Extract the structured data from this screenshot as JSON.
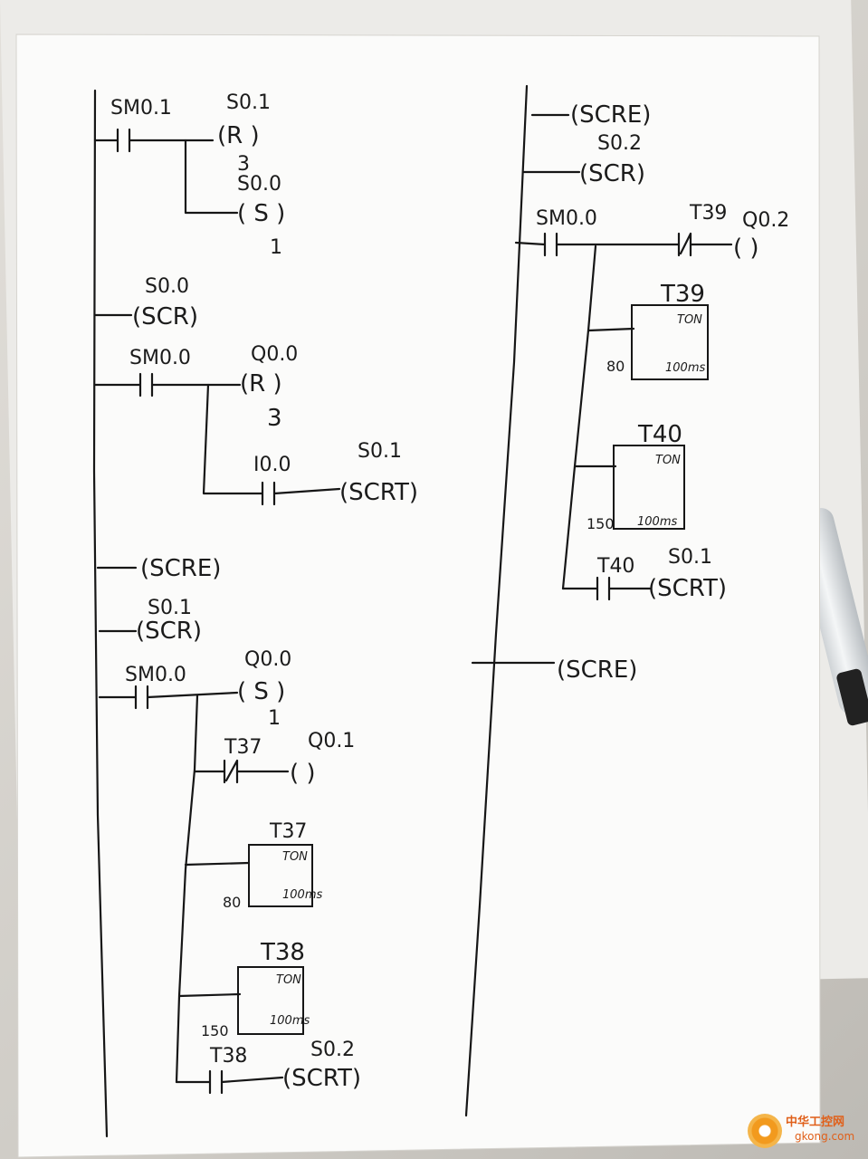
{
  "left_column": {
    "rung1": {
      "contact": "SM0.1",
      "coil1_addr": "S0.1",
      "coil1": "(R )",
      "coil1_n": "3",
      "coil2_addr": "S0.0",
      "coil2": "( S )",
      "coil2_n": "1"
    },
    "scr1": {
      "addr": "S0.0",
      "label": "(SCR)"
    },
    "rung2": {
      "contact": "SM0.0",
      "coil1_addr": "Q0.0",
      "coil1": "(R )",
      "coil1_n": "3",
      "contact2": "I0.0",
      "coil2_addr": "S0.1",
      "coil2": "(SCRT)"
    },
    "scre1": "(SCRE)",
    "scr2": {
      "addr": "S0.1",
      "label": "(SCR)"
    },
    "rung3": {
      "contact": "SM0.0",
      "set_addr": "Q0.0",
      "set": "( S )",
      "set_n": "1",
      "nc_contact": "T37",
      "out_addr": "Q0.1",
      "out": "( )",
      "timer1": {
        "name": "T37",
        "type": "TON",
        "pt": "80",
        "base": "100ms"
      },
      "timer2": {
        "name": "T38",
        "type": "TON",
        "pt": "150",
        "base": "100ms"
      },
      "contact_t": "T38",
      "coil_addr": "S0.2",
      "coil": "(SCRT)"
    }
  },
  "right_column": {
    "scre2": "(SCRE)",
    "scr3": {
      "addr": "S0.2",
      "label": "(SCR)"
    },
    "rung4": {
      "contact": "SM0.0",
      "nc_contact": "T39",
      "out_addr": "Q0.2",
      "out": "( )",
      "timer1": {
        "name": "T39",
        "type": "TON",
        "pt": "80",
        "base": "100ms"
      },
      "timer2": {
        "name": "T40",
        "type": "TON",
        "pt": "150",
        "base": "100ms"
      },
      "contact_t": "T40",
      "coil_addr": "S0.1",
      "coil": "(SCRT)"
    },
    "scre3": "(SCRE)"
  },
  "watermark": {
    "cn": "中华工控网",
    "en": "gkong.com"
  },
  "colors": {
    "ink": "#161616",
    "paper": "#fbfbfa",
    "watermark": "#e0601a"
  }
}
